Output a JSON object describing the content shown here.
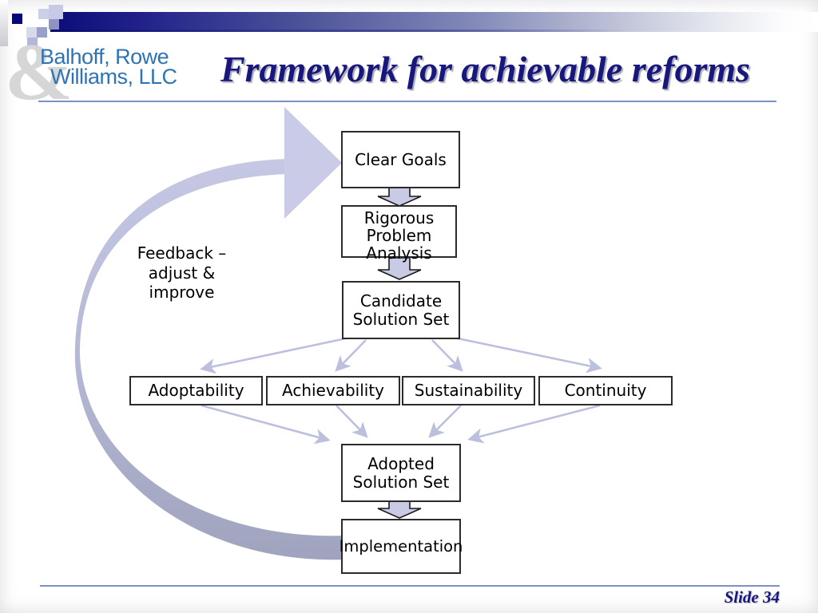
{
  "slide": {
    "logo": {
      "ampersand": "&",
      "line1": "Balhoff, Rowe",
      "line2": "Williams, LLC"
    },
    "title": "Framework for achievable reforms",
    "footer": {
      "slide_number": "Slide 34"
    }
  },
  "diagram": {
    "boxes": {
      "clear_goals": "Clear Goals",
      "problem_analysis": "Rigorous Problem Analysis",
      "candidate_set": "Candidate Solution Set",
      "adopted_set": "Adopted Solution Set",
      "implementation": "Implementation"
    },
    "criteria": [
      "Adoptability",
      "Achievability",
      "Sustainability",
      "Continuity"
    ],
    "feedback": {
      "lines": [
        "Feedback –",
        "adjust &",
        "improve"
      ]
    }
  },
  "colors": {
    "title_navy": "#17177e",
    "logo_blue": "#2e74b4",
    "ampersand_gray": "#d6d6d6",
    "divider_blue": "#7d90c4",
    "connector_lavender": "#bcc0de",
    "block_arrow_fill": "#c9cbe6",
    "curve_dark": "#9fa3bd",
    "curve_light": "#c9cbe7",
    "box_border": "#2b2b2b"
  }
}
